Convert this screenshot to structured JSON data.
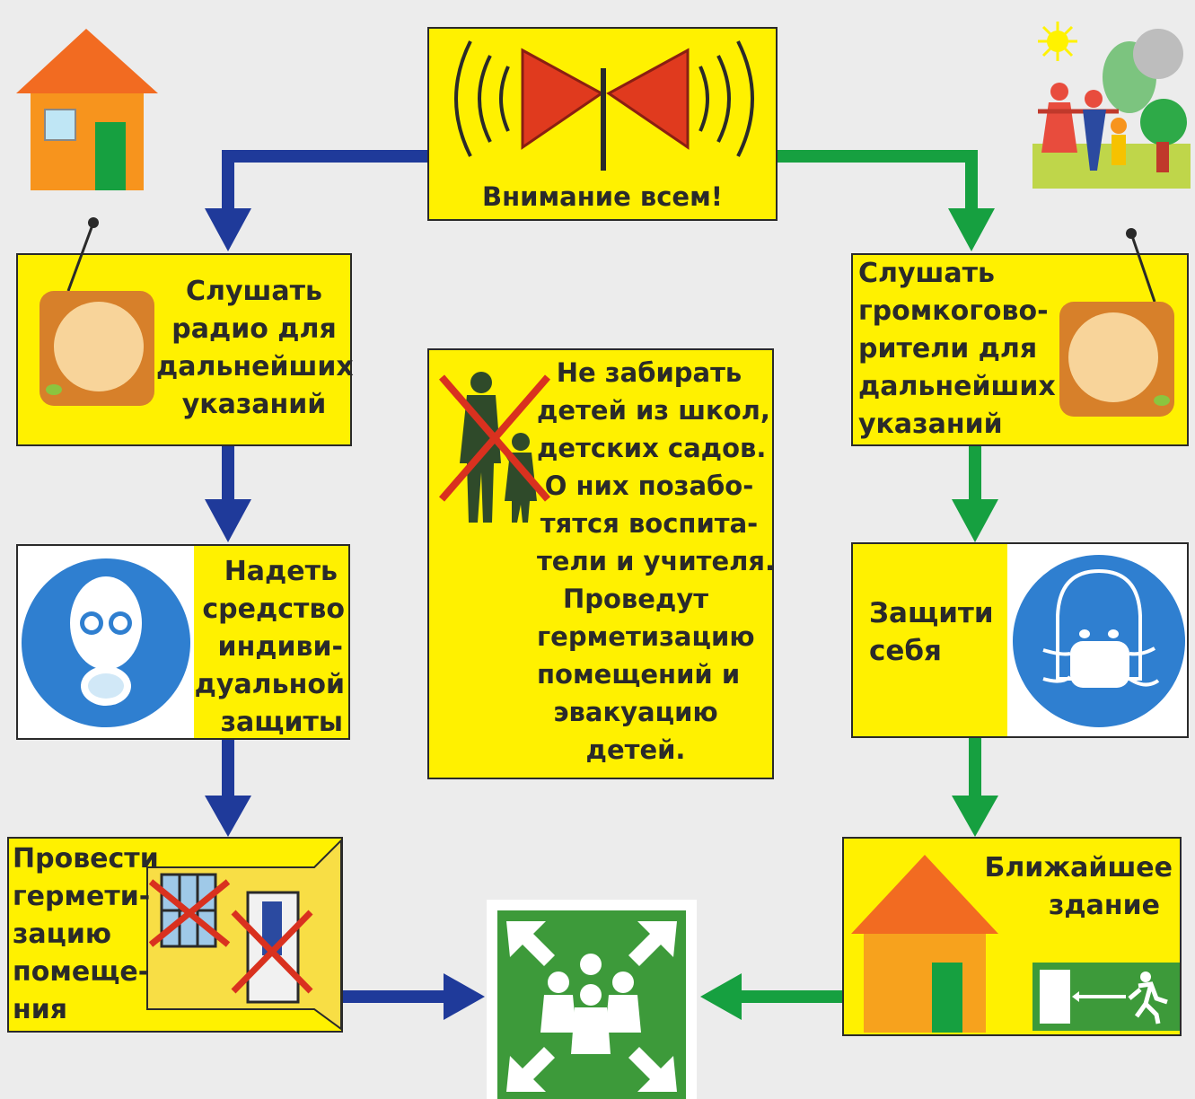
{
  "alert": {
    "title": "Внимание всем!"
  },
  "left": {
    "radio": [
      "Слушать",
      "радио для",
      "дальнейших",
      "указаний"
    ],
    "mask": [
      "Надеть",
      "средство",
      "индиви-",
      "дуальной",
      "защиты"
    ],
    "seal": [
      "Провести",
      "гермети-",
      "зацию",
      "помеще-",
      "ния"
    ]
  },
  "right": {
    "speaker": [
      "Слушать",
      "громкогово-",
      "рители для",
      "дальнейших",
      "указаний"
    ],
    "protect": [
      "Защити",
      "себя"
    ],
    "building": [
      "Ближайшее",
      "здание"
    ]
  },
  "center": {
    "lines": [
      "Не забирать",
      "детей из школ,",
      "детских садов.",
      "О них позабо-",
      "тятся воспита-",
      "тели и учителя.",
      "Проведут",
      "герметизацию",
      "помещений и",
      "эвакуацию",
      "детей."
    ]
  },
  "colors": {
    "yellow": "#fff100",
    "blue": "#1f3a9a",
    "green": "#16a040",
    "orange": "#f26b21",
    "sign_blue": "#2f7fd0",
    "sign_green": "#3d9a3a"
  }
}
